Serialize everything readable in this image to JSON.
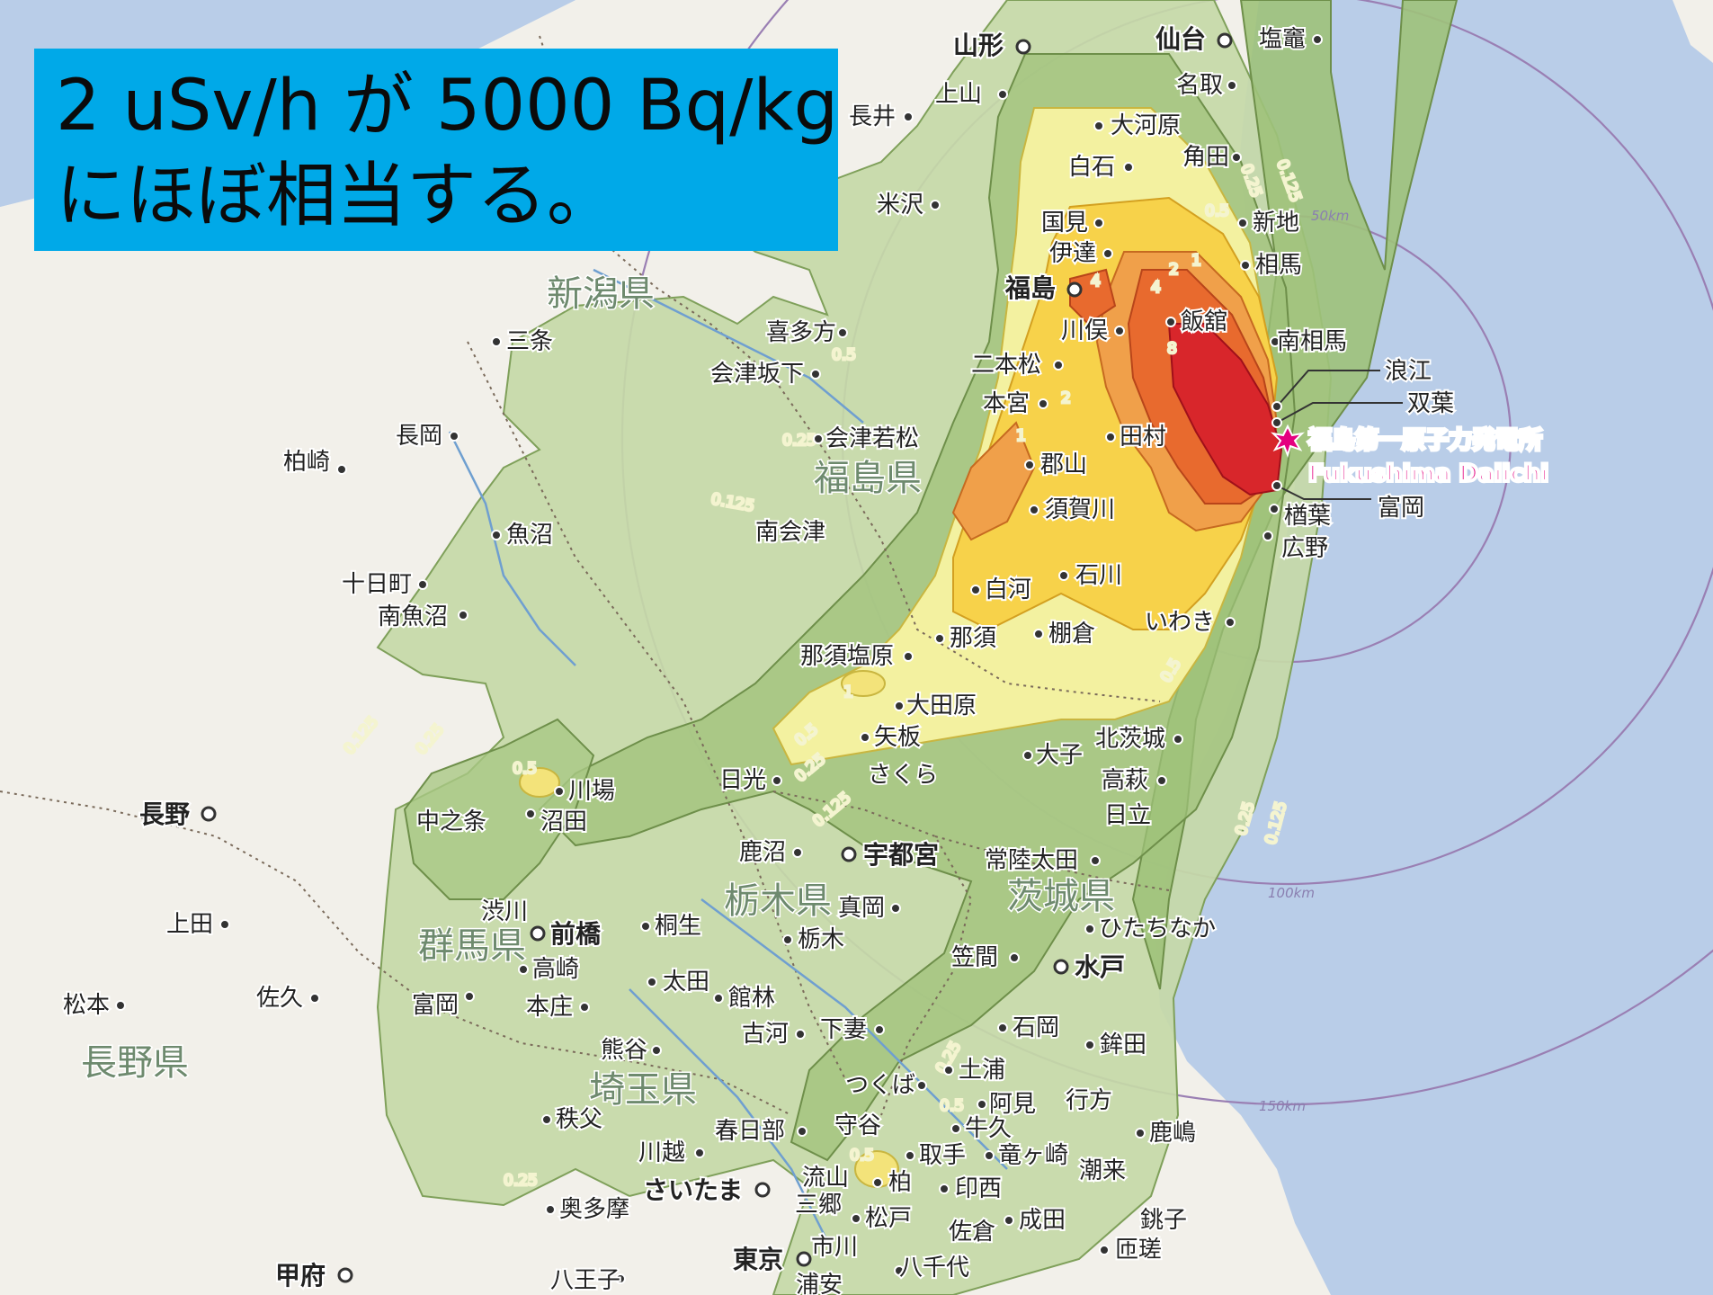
{
  "banner": {
    "line1": "2 uSv/h が 5000 Bq/kg",
    "line2": "にほぼ相当する。"
  },
  "plant": {
    "name_ja": "福島第一原子力発電所",
    "name_en": "Fukushima Daiichi",
    "marker_color": "#e4007f"
  },
  "distance_rings": [
    "50km",
    "100km",
    "150km"
  ],
  "contour_levels": [
    "0.125",
    "0.25",
    "0.5",
    "1",
    "2",
    "4",
    "8"
  ],
  "contour_colors": {
    "0.125": "#c6d9a7",
    "0.25": "#9fc27a",
    "0.5": "#f3f1a0",
    "1": "#f7d24a",
    "2": "#f0a04a",
    "4": "#e86a2e",
    "8": "#d8262b"
  },
  "prefectures": {
    "niigata": "新潟県",
    "fukushima": "福島県",
    "tochigi": "栃木県",
    "gunma": "群馬県",
    "ibaraki": "茨城県",
    "saitama": "埼玉県",
    "nagano": "長野県"
  },
  "capitals": {
    "yamagata": "山形",
    "sendai": "仙台",
    "fukushima": "福島",
    "utsunomiya": "宇都宮",
    "maebashi": "前橋",
    "mito": "水戸",
    "saitama": "さいたま",
    "tokyo": "東京",
    "nagano": "長野",
    "kofu": "甲府"
  },
  "cities": {
    "shiogama": "塩竈",
    "natori": "名取",
    "kaminoyama": "上山",
    "nagai": "長井",
    "ogawara": "大河原",
    "kakuda": "角田",
    "shiroishi": "白石",
    "yonezawa": "米沢",
    "kunimi": "国見",
    "shinchi": "新地",
    "date": "伊達",
    "soma": "相馬",
    "kitakata": "喜多方",
    "kawamata": "川俣",
    "iitate": "飯舘",
    "minamisoma": "南相馬",
    "sanjo": "三条",
    "aizubange": "会津坂下",
    "nihonmatsu": "二本松",
    "namie": "浪江",
    "futaba": "双葉",
    "motomiya": "本宮",
    "aizuwakamatsu": "会津若松",
    "tamura": "田村",
    "nagaoka": "長岡",
    "kashiwazaki": "柏崎",
    "koriyama": "郡山",
    "tomioka": "富岡",
    "naraha": "楢葉",
    "sukagawa": "須賀川",
    "hirono": "広野",
    "minamiaizu": "南会津",
    "uonuma": "魚沼",
    "ishikawa": "石川",
    "tokamachi": "十日町",
    "shirakawa": "白河",
    "minamiuonuma": "南魚沼",
    "iwaki": "いわき",
    "nasu": "那須",
    "tanagura": "棚倉",
    "nasushiobara": "那須塩原",
    "otawara": "大田原",
    "yaita": "矢板",
    "kitaibaraki": "北茨城",
    "daigo": "大子",
    "nikko": "日光",
    "sakura": "さくら",
    "takahagi": "高萩",
    "kawaba": "川場",
    "hitachi": "日立",
    "nakanojo": "中之条",
    "numata": "沼田",
    "kanuma": "鹿沼",
    "hitachiota": "常陸太田",
    "moka": "真岡",
    "shibukawa": "渋川",
    "ueda": "上田",
    "kiryu": "桐生",
    "hitachinaka": "ひたちなか",
    "tochigi": "栃木",
    "kasama": "笠間",
    "takasaki": "高崎",
    "ota": "太田",
    "matsumoto": "松本",
    "saku": "佐久",
    "tomioka_g": "富岡",
    "honjo": "本庄",
    "tatebayashi": "館林",
    "koga": "古河",
    "shimotsuma": "下妻",
    "ishioka": "石岡",
    "hokota": "鉾田",
    "kumagaya": "熊谷",
    "tsuchiura": "土浦",
    "tsukuba": "つくば",
    "ami": "阿見",
    "namegata": "行方",
    "chichibu": "秩父",
    "kasukabe": "春日部",
    "moriya": "守谷",
    "ushiku": "牛久",
    "kashima": "鹿嶋",
    "kawagoe": "川越",
    "toride": "取手",
    "ryugasaki": "竜ヶ崎",
    "itako": "潮来",
    "nagareyama": "流山",
    "kashiwa": "柏",
    "inzai": "印西",
    "okutama": "奥多摩",
    "misato": "三郷",
    "matsudo": "松戸",
    "sakura_c": "佐倉",
    "narita": "成田",
    "choshi": "銚子",
    "sosa": "匝瑳",
    "ichikawa": "市川",
    "yachiyo": "八千代",
    "hachioji": "八王子",
    "urayasu": "浦安"
  }
}
